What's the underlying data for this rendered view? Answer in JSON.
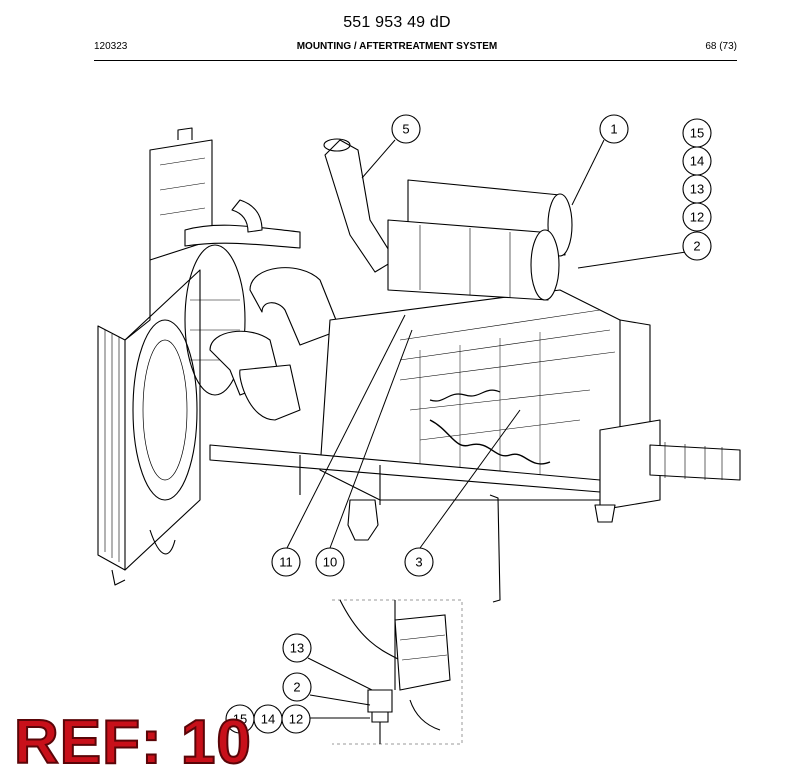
{
  "header": {
    "doc_number": "551 953 49 dD",
    "date_code": "120323",
    "section_title": "MOUNTING / AFTERTREATMENT SYSTEM",
    "page": "68 (73)"
  },
  "callouts_main": [
    "1",
    "2",
    "3",
    "5",
    "10",
    "11",
    "12",
    "13",
    "14",
    "15"
  ],
  "callouts_detail": [
    "13",
    "2",
    "15",
    "14",
    "12"
  ],
  "ref_label": "REF: 10",
  "colors": {
    "ref_fill": "#c8101a",
    "ref_outline": "#5a0508",
    "line": "#000000"
  }
}
